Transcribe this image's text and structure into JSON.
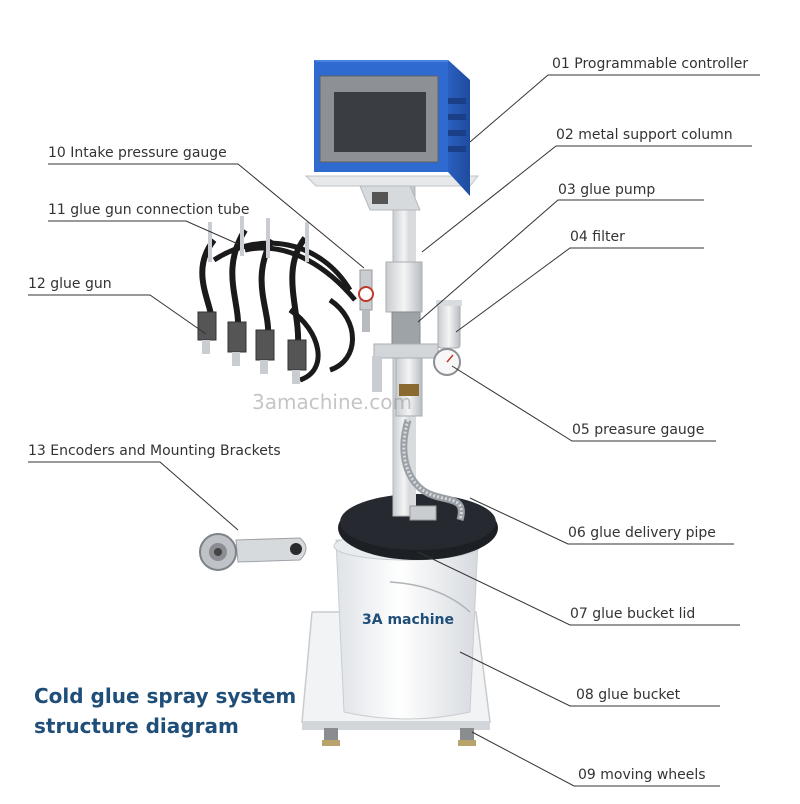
{
  "title": {
    "line1": "Cold glue spray system",
    "line2": "structure diagram"
  },
  "watermark": "3amachine.com",
  "bucket_text": "3A machine",
  "labels": {
    "l01": "01 Programmable controller",
    "l02": "02 metal support column",
    "l03": "03 glue pump",
    "l04": "04 filter",
    "l05": "05 preasure gauge",
    "l06": "06 glue delivery pipe",
    "l07": "07 glue bucket lid",
    "l08": "08 glue bucket",
    "l09": "09 moving wheels",
    "l10": "10 Intake pressure gauge",
    "l11": "11 glue gun connection tube",
    "l12": "12 glue gun",
    "l13": "13 Encoders and Mounting Brackets"
  },
  "colors": {
    "controller_blue": "#2f6ad0",
    "title_blue": "#1f4e79",
    "label_text": "#333333",
    "leader_line": "#333333",
    "hose_black": "#1a1a1a",
    "lid_black": "#1c1f24",
    "bucket_white": "#f4f6f8"
  }
}
